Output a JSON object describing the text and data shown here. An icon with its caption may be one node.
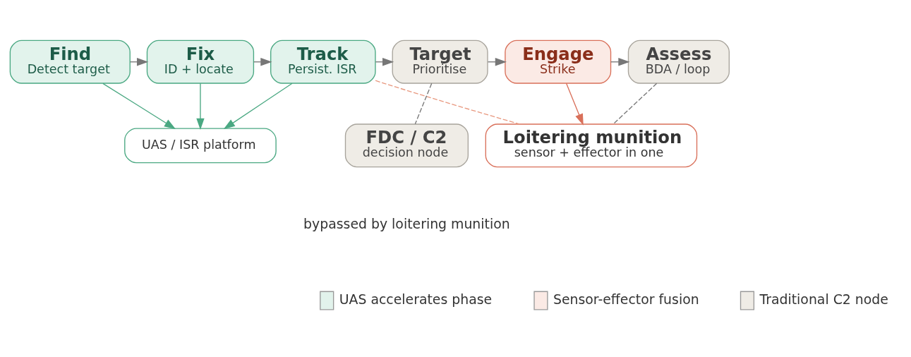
{
  "diagram": {
    "nodes": [
      {
        "text": [
          "Find",
          "Detect target"
        ]
      },
      {
        "text": [
          "Fix",
          "ID + locate"
        ]
      },
      {
        "text": [
          "Track",
          "Persist. ISR"
        ]
      },
      {
        "text": [
          "Target",
          "Prioritise"
        ]
      },
      {
        "text": [
          "Engage",
          "Strike"
        ]
      },
      {
        "text": [
          "Assess",
          "BDA / loop"
        ]
      },
      {
        "text": [
          "UAS / ISR platform"
        ]
      },
      {
        "text": [
          "Loitering munition",
          "sensor + effector in one"
        ]
      },
      {
        "text": [
          "FDC / C2",
          "decision node"
        ]
      }
    ],
    "edges": [
      {
        "from": 0,
        "to": 1,
        "arrow": "to"
      },
      {
        "from": 1,
        "to": 2,
        "arrow": "to"
      },
      {
        "from": 2,
        "to": 3,
        "arrow": "to"
      },
      {
        "from": 3,
        "to": 4,
        "arrow": "to"
      },
      {
        "from": 4,
        "to": 5,
        "arrow": "to"
      },
      {
        "from": 0,
        "to": 6,
        "arrow": "to",
        "color": "#4aa882"
      },
      {
        "from": 1,
        "to": 6,
        "arrow": "to",
        "color": "#4aa882"
      },
      {
        "from": 2,
        "to": 6,
        "arrow": "to",
        "color": "#4aa882"
      },
      {
        "from": 4,
        "to": 7,
        "arrow": "to",
        "color": "#d9705a"
      },
      {
        "from": 2,
        "to": 7,
        "arrow": "none",
        "style": "dashed",
        "color": "#e8987f"
      },
      {
        "from": 5,
        "to": 7,
        "arrow": "none",
        "style": "dashed"
      },
      {
        "from": 3,
        "to": 8,
        "arrow": "none",
        "style": "dashed"
      }
    ],
    "labels": [
      "bypassed by loitering munition"
    ],
    "legend": [
      {
        "text": "UAS accelerates phase",
        "color": "#e2f3ec"
      },
      {
        "text": "Sensor-effector fusion",
        "color": "#fbeae5"
      },
      {
        "text": "Traditional C2 node",
        "color": "#efece6"
      }
    ]
  }
}
